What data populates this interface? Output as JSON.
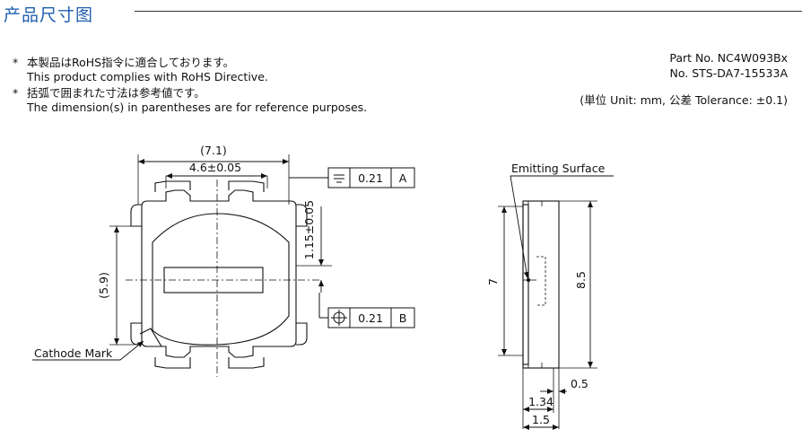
{
  "header": {
    "title": "产品尺寸图"
  },
  "notes": [
    {
      "marker": "*",
      "ja": "本製品はRoHS指令に適合しております。",
      "en": "This product complies with RoHS Directive."
    },
    {
      "marker": "*",
      "ja": "括弧で囲まれた寸法は参考値です。",
      "en": "The dimension(s) in parentheses are for reference purposes."
    }
  ],
  "doc_info": {
    "part_no": "Part No. NC4W093Bx",
    "std_no": "No. STS-DA7-15533A",
    "units": "(単位 Unit: mm,  公差 Tolerance: ±0.1)"
  },
  "front_view": {
    "dim_overall_width": "(7.1)",
    "dim_pad_pitch": "4.6±0.05",
    "dim_height": "(5.9)",
    "dim_offset": "1.15±0.05",
    "tol_flatness": {
      "value": "0.21",
      "datum": "A"
    },
    "tol_position": {
      "value": "0.21",
      "datum": "B"
    },
    "cathode_label": "Cathode Mark"
  },
  "side_view": {
    "emitting_label": "Emitting Surface",
    "dim_inner_height": "7",
    "dim_outer_height": "8.5",
    "dim_bottom_offset": "0.5",
    "dim_thickness_1": "1.34",
    "dim_thickness_2": "1.5"
  }
}
